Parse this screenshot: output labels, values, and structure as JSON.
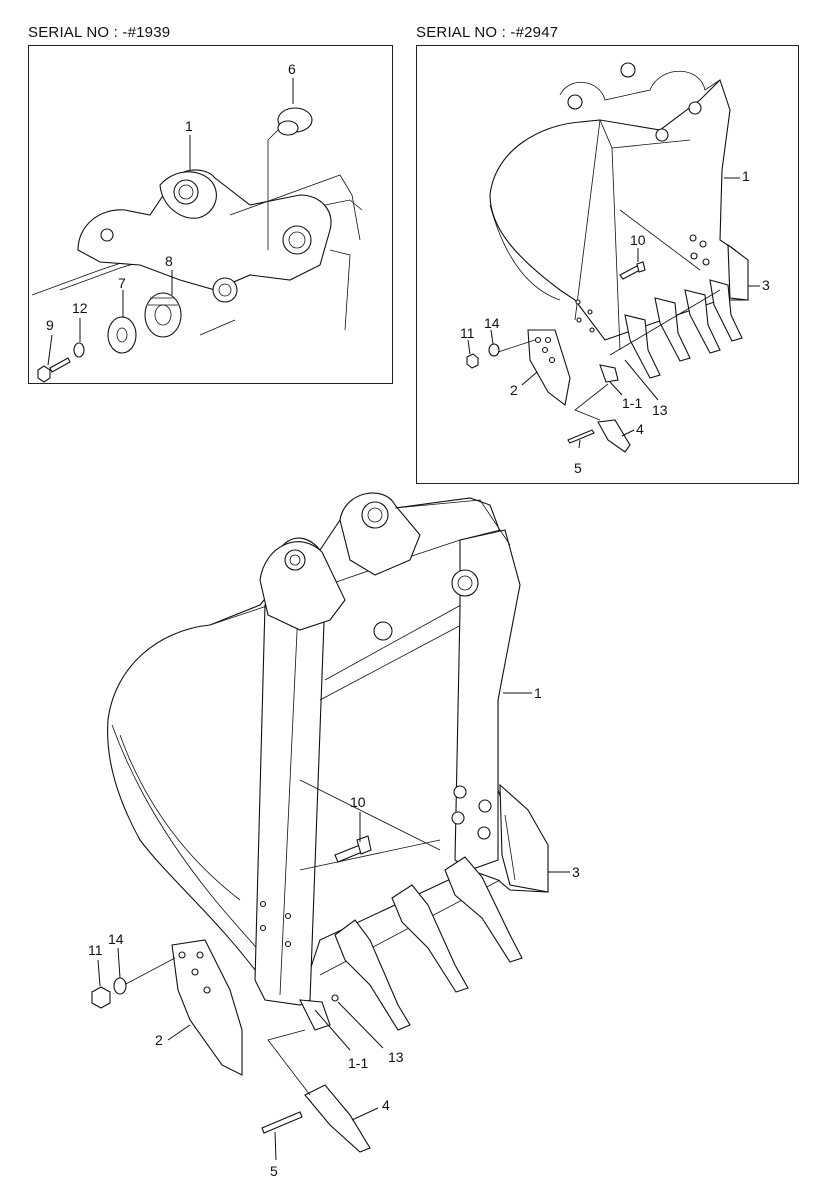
{
  "headers": {
    "serial_left": "SERIAL NO : -#1939",
    "serial_right": "SERIAL NO : -#2947"
  },
  "callouts": {
    "left_panel": [
      "1",
      "6",
      "8",
      "7",
      "12",
      "9"
    ],
    "right_panel": [
      "1",
      "10",
      "3",
      "11",
      "14",
      "2",
      "1-1",
      "13",
      "4",
      "5"
    ],
    "main": [
      "1",
      "10",
      "3",
      "11",
      "14",
      "2",
      "1-1",
      "13",
      "4",
      "5"
    ]
  }
}
